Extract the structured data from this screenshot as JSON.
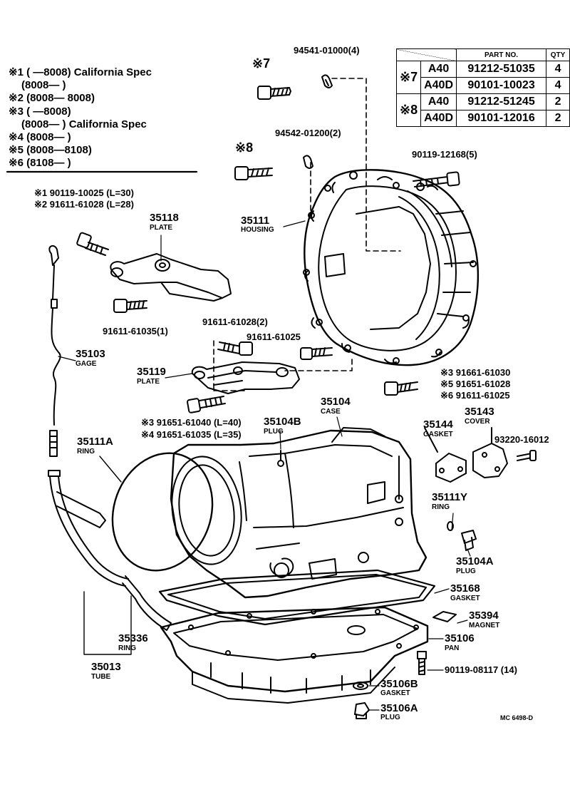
{
  "conditions": [
    {
      "mark": "※1",
      "range": "(        —8008)",
      "note": "California Spec"
    },
    {
      "mark": "",
      "range": "(8008—        )",
      "note": ""
    },
    {
      "mark": "※2",
      "range": "(8008—        8008)",
      "note": ""
    },
    {
      "mark": "※3",
      "range": "(        —8008)",
      "note": ""
    },
    {
      "mark": "",
      "range": "(8008—        )",
      "note": "California Spec"
    },
    {
      "mark": "※4",
      "range": "(8008—        )",
      "note": ""
    },
    {
      "mark": "※5",
      "range": "(8008—8108)",
      "note": ""
    },
    {
      "mark": "※6",
      "range": "(8108—        )",
      "note": ""
    }
  ],
  "table": {
    "headers": [
      "PART NO.",
      "QTY"
    ],
    "groups": [
      {
        "mark": "※7",
        "rows": [
          {
            "model": "A40",
            "part": "91212-51035",
            "qty": "4"
          },
          {
            "model": "A40D",
            "part": "90101-10023",
            "qty": "4"
          }
        ]
      },
      {
        "mark": "※8",
        "rows": [
          {
            "model": "A40",
            "part": "91212-51245",
            "qty": "2"
          },
          {
            "model": "A40D",
            "part": "90101-12016",
            "qty": "2"
          }
        ]
      }
    ]
  },
  "callouts": {
    "c_94541": "94541-01000(4)",
    "c_mark7": "※7",
    "c_94542": "94542-01200(2)",
    "c_mark8": "※8",
    "c_90119a": "90119-12168(5)",
    "c_35111_no": "35111",
    "c_35111_nm": "HOUSING",
    "c_s1": "※1 90119-10025 (L=30)",
    "c_s2": "※2 91611-61028 (L=28)",
    "c_35118_no": "35118",
    "c_35118_nm": "PLATE",
    "c_91611a": "91611-61035(1)",
    "c_91611b": "91611-61028(2)",
    "c_91611c": "91611-61025",
    "c_35103_no": "35103",
    "c_35103_nm": "GAGE",
    "c_35119_no": "35119",
    "c_35119_nm": "PLATE",
    "c_s3r": "※3 91661-61030",
    "c_s5r": "※5 91651-61028",
    "c_s6r": "※6 91611-61025",
    "c_35104_no": "35104",
    "c_35104_nm": "CASE",
    "c_s3l": "※3 91651-61040 (L=40)",
    "c_s4l": "※4 91651-61035 (L=35)",
    "c_35104b_no": "35104B",
    "c_35104b_nm": "PLUG",
    "c_35111a_no": "35111A",
    "c_35111a_nm": "RING",
    "c_35144_no": "35144",
    "c_35144_nm": "GASKET",
    "c_35143_no": "35143",
    "c_35143_nm": "COVER",
    "c_93220": "93220-16012",
    "c_35111y_no": "35111Y",
    "c_35111y_nm": "RING",
    "c_35104a_no": "35104A",
    "c_35104a_nm": "PLUG",
    "c_35168_no": "35168",
    "c_35168_nm": "GASKET",
    "c_35394_no": "35394",
    "c_35394_nm": "MAGNET",
    "c_35106_no": "35106",
    "c_35106_nm": "PAN",
    "c_90119b": "90119-08117 (14)",
    "c_35106b_no": "35106B",
    "c_35106b_nm": "GASKET",
    "c_35106a_no": "35106A",
    "c_35106a_nm": "PLUG",
    "c_35336_no": "35336",
    "c_35336_nm": "RING",
    "c_35013_no": "35013",
    "c_35013_nm": "TUBE",
    "c_code": "MC 6498-D"
  }
}
